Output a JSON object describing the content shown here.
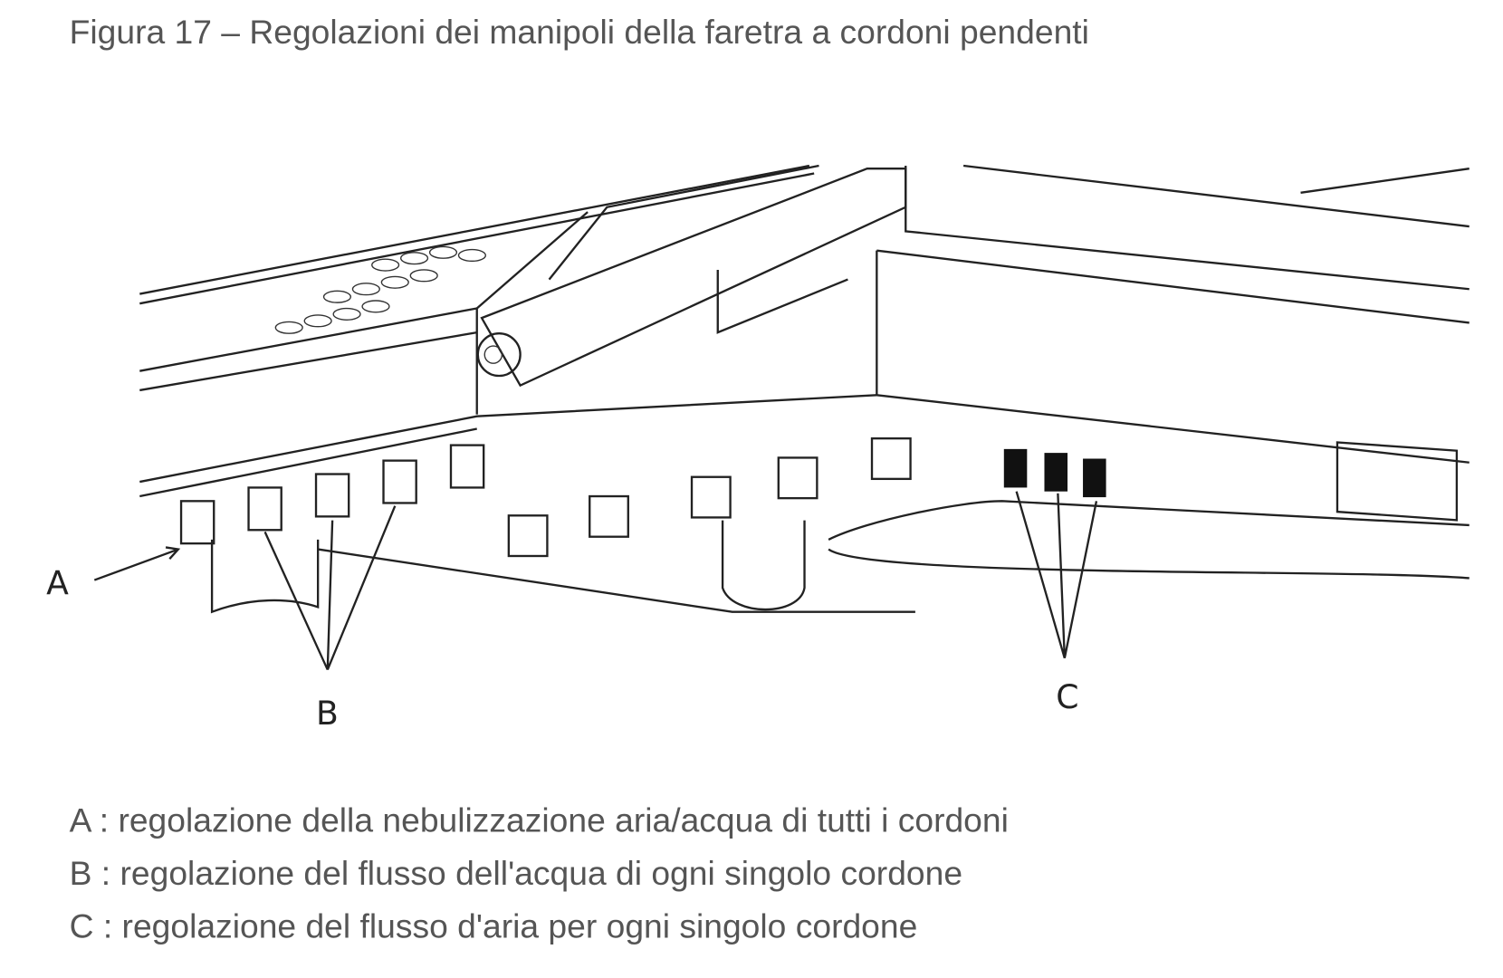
{
  "figure": {
    "title": "Figura 17 – Regolazioni dei manipoli della faretra a cordoni pendenti",
    "labels": {
      "a": "A",
      "b": "B",
      "c": "C"
    }
  },
  "legend": [
    "A : regolazione della nebulizzazione aria/acqua di tutti i cordoni",
    "B : regolazione del flusso dell'acqua di ogni singolo cordone",
    "C : regolazione del flusso d'aria per ogni singolo cordone"
  ]
}
